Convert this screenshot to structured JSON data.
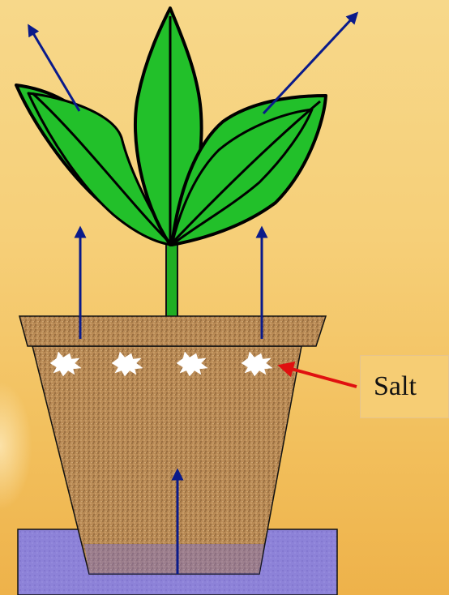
{
  "labels": {
    "salt": "Salt"
  },
  "icons": {
    "salt_crystal": "white-starburst",
    "arrow": "navy-arrow"
  },
  "colors": {
    "leaf": "#22c02a",
    "leaf_outline": "#000000",
    "stem": "#1fae23",
    "soil": "#b98a55",
    "tray": "#8d82d8",
    "arrow": "#0a1a8a",
    "salt_pointer": "#e01010",
    "salt_crystal": "#ffffff"
  }
}
